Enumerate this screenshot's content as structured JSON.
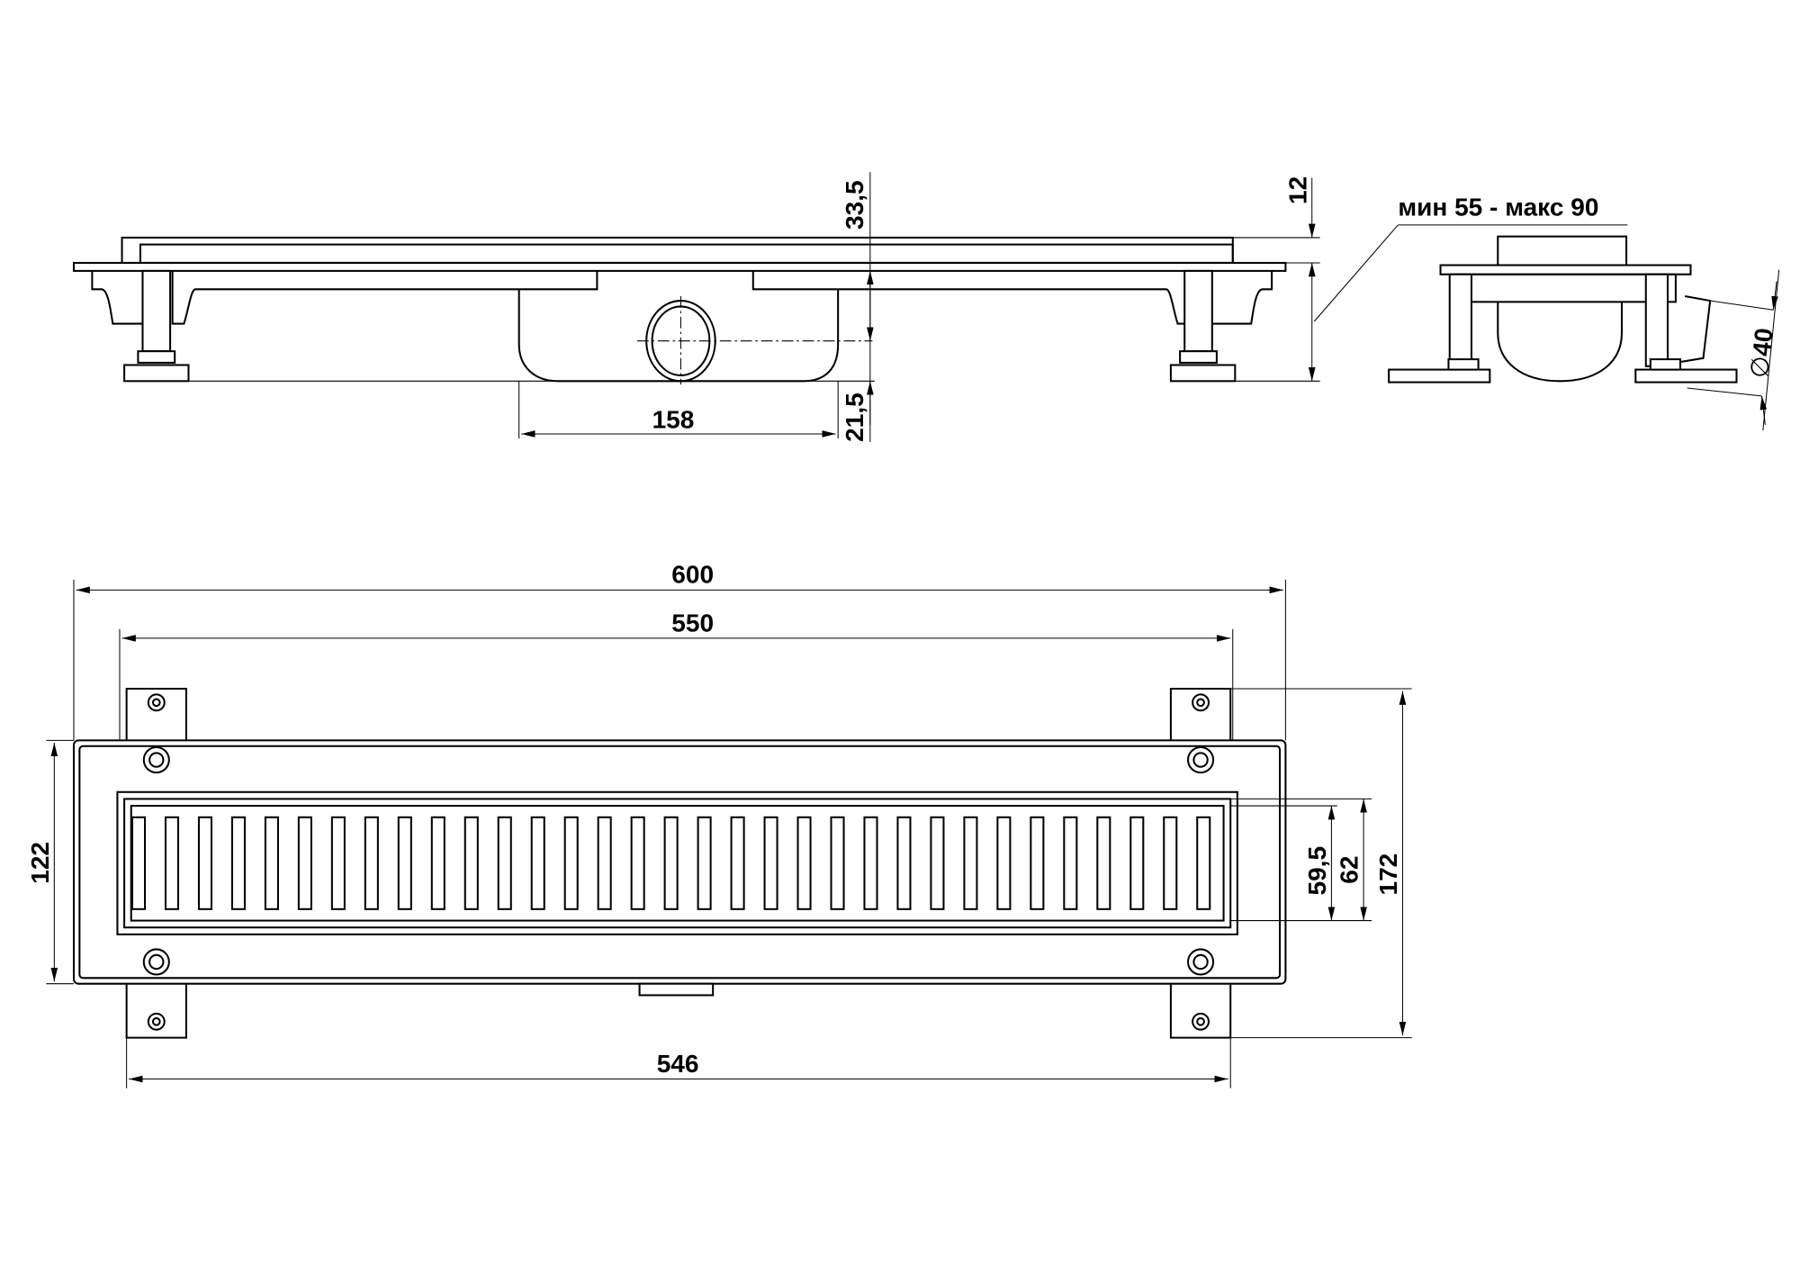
{
  "drawing": {
    "front_view": {
      "dims": {
        "height_top": "33,5",
        "grate_height": "12",
        "outlet_center": "21,5",
        "body_width": "158"
      }
    },
    "side_view": {
      "dims": {
        "height_range": "мин 55 - макс 90",
        "outlet_diameter": "40",
        "diameter_symbol": "∅"
      }
    },
    "plan_view": {
      "dims": {
        "overall_length": "600",
        "grate_length": "550",
        "bracket_span": "546",
        "body_width": "122",
        "grate_width_inner": "59,5",
        "grate_width": "62",
        "overall_width": "172"
      },
      "slot_count": 33
    }
  }
}
